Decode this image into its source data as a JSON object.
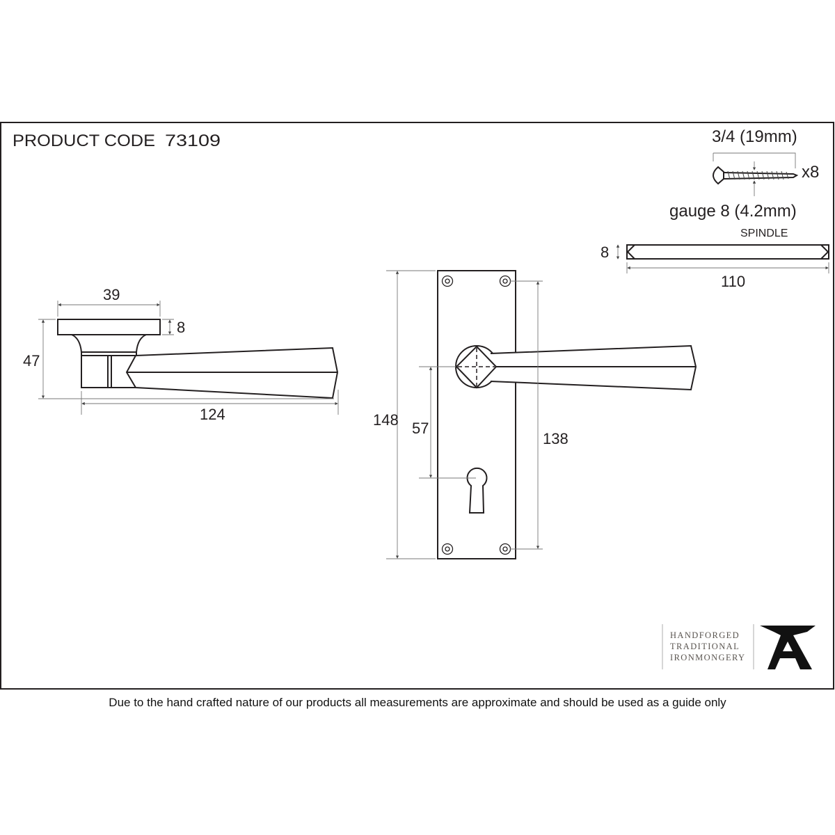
{
  "header": {
    "product_code_label": "PRODUCT CODE",
    "product_code": "73109"
  },
  "screws": {
    "length": "3/4 (19mm)",
    "quantity": "x8",
    "gauge": "gauge 8 (4.2mm)"
  },
  "spindle": {
    "title": "SPINDLE",
    "thickness": "8",
    "length": "110"
  },
  "side_view": {
    "rose_diameter": "39",
    "rose_thickness": "8",
    "projection": "47",
    "lever_length": "124"
  },
  "front_view": {
    "backplate_height": "148",
    "centres": "57",
    "fixing_centres": "138"
  },
  "logo": {
    "lines": [
      "HANDFORGED",
      "TRADITIONAL",
      "IRONMONGERY"
    ]
  },
  "footer": {
    "disclaimer": "Due to the hand crafted nature of our products all measurements are approximate and should be used as a guide only"
  }
}
